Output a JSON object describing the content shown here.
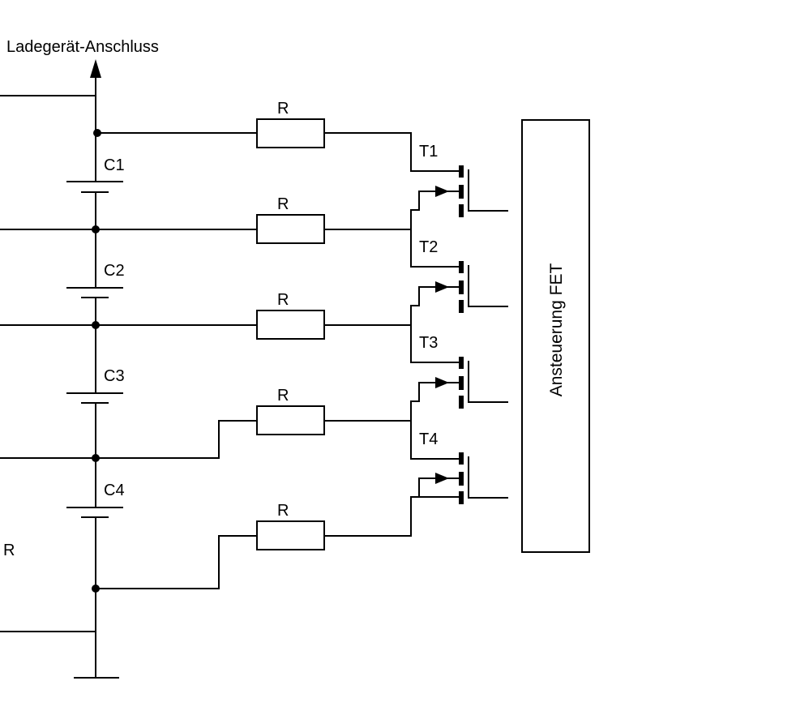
{
  "labels": {
    "charger_connection": "Ladegerät-Anschluss",
    "resistor": "R",
    "side_resistor": "R",
    "controller": "Ansteuerung FET"
  },
  "capacitors": [
    "C1",
    "C2",
    "C3",
    "C4"
  ],
  "transistors": [
    "T1",
    "T2",
    "T3",
    "T4"
  ]
}
